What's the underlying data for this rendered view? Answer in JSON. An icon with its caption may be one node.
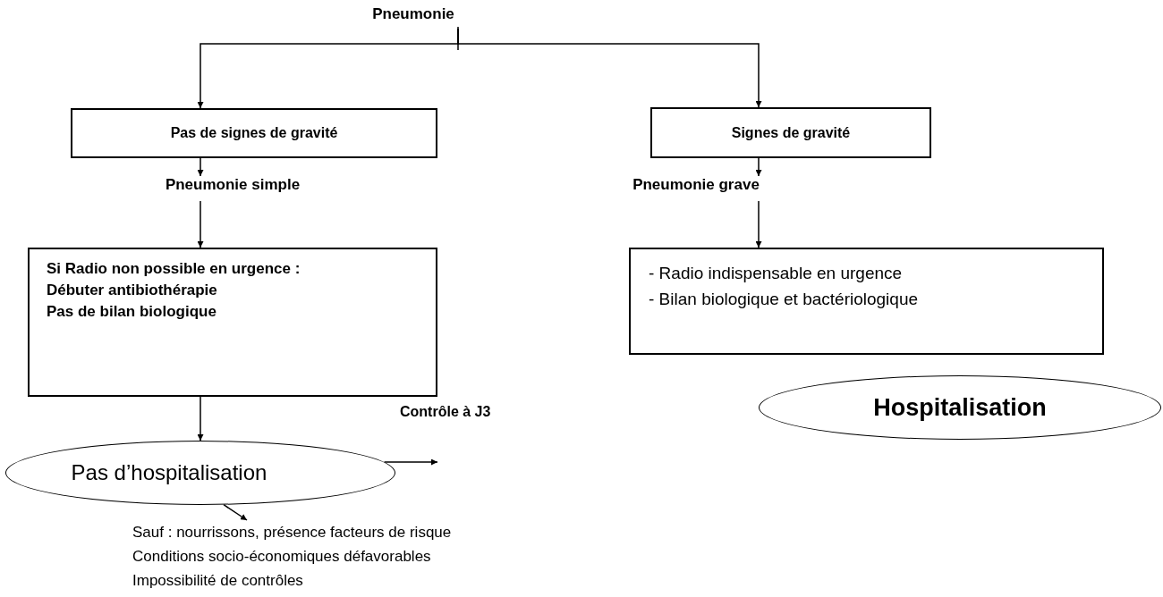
{
  "diagram": {
    "nodes": [
      {
        "text": [
          "Pneumonie"
        ]
      },
      {
        "text": [
          "Pas de signes de gravité"
        ]
      },
      {
        "text": [
          "Pneumonie simple"
        ]
      },
      {
        "text": [
          "Si Radio non possible en urgence :",
          "Débuter antibiothérapie",
          "Pas de bilan biologique"
        ]
      },
      {
        "text": [
          "Signes de gravité"
        ]
      },
      {
        "text": [
          "Pneumonie grave"
        ]
      },
      {
        "text": [
          "- Radio indispensable en urgence",
          "- Bilan biologique et bactériologique"
        ]
      },
      {
        "text": [
          "Hospitalisation"
        ]
      },
      {
        "text": [
          "Pas d’hospitalisation"
        ]
      },
      {
        "text": [
          "Sauf : nourrissons, présence facteurs de risque",
          "Conditions socio-économiques défavorables",
          "Impossibilité de contrôles"
        ]
      }
    ],
    "edges": [
      {
        "from": 0,
        "to": 1,
        "arrow": "to"
      },
      {
        "from": 0,
        "to": 4,
        "arrow": "to"
      },
      {
        "from": 1,
        "to": 2,
        "arrow": "to"
      },
      {
        "from": 2,
        "to": 3,
        "arrow": "to"
      },
      {
        "from": 4,
        "to": 5,
        "arrow": "to"
      },
      {
        "from": 5,
        "to": 6,
        "arrow": "to"
      },
      {
        "from": 3,
        "to": 8,
        "arrow": "to"
      },
      {
        "from": 8,
        "to": 9,
        "arrow": "to"
      },
      {
        "from": 8,
        "to": null,
        "arrow": "to"
      }
    ],
    "labels": [
      "Contrôle à J3"
    ]
  }
}
